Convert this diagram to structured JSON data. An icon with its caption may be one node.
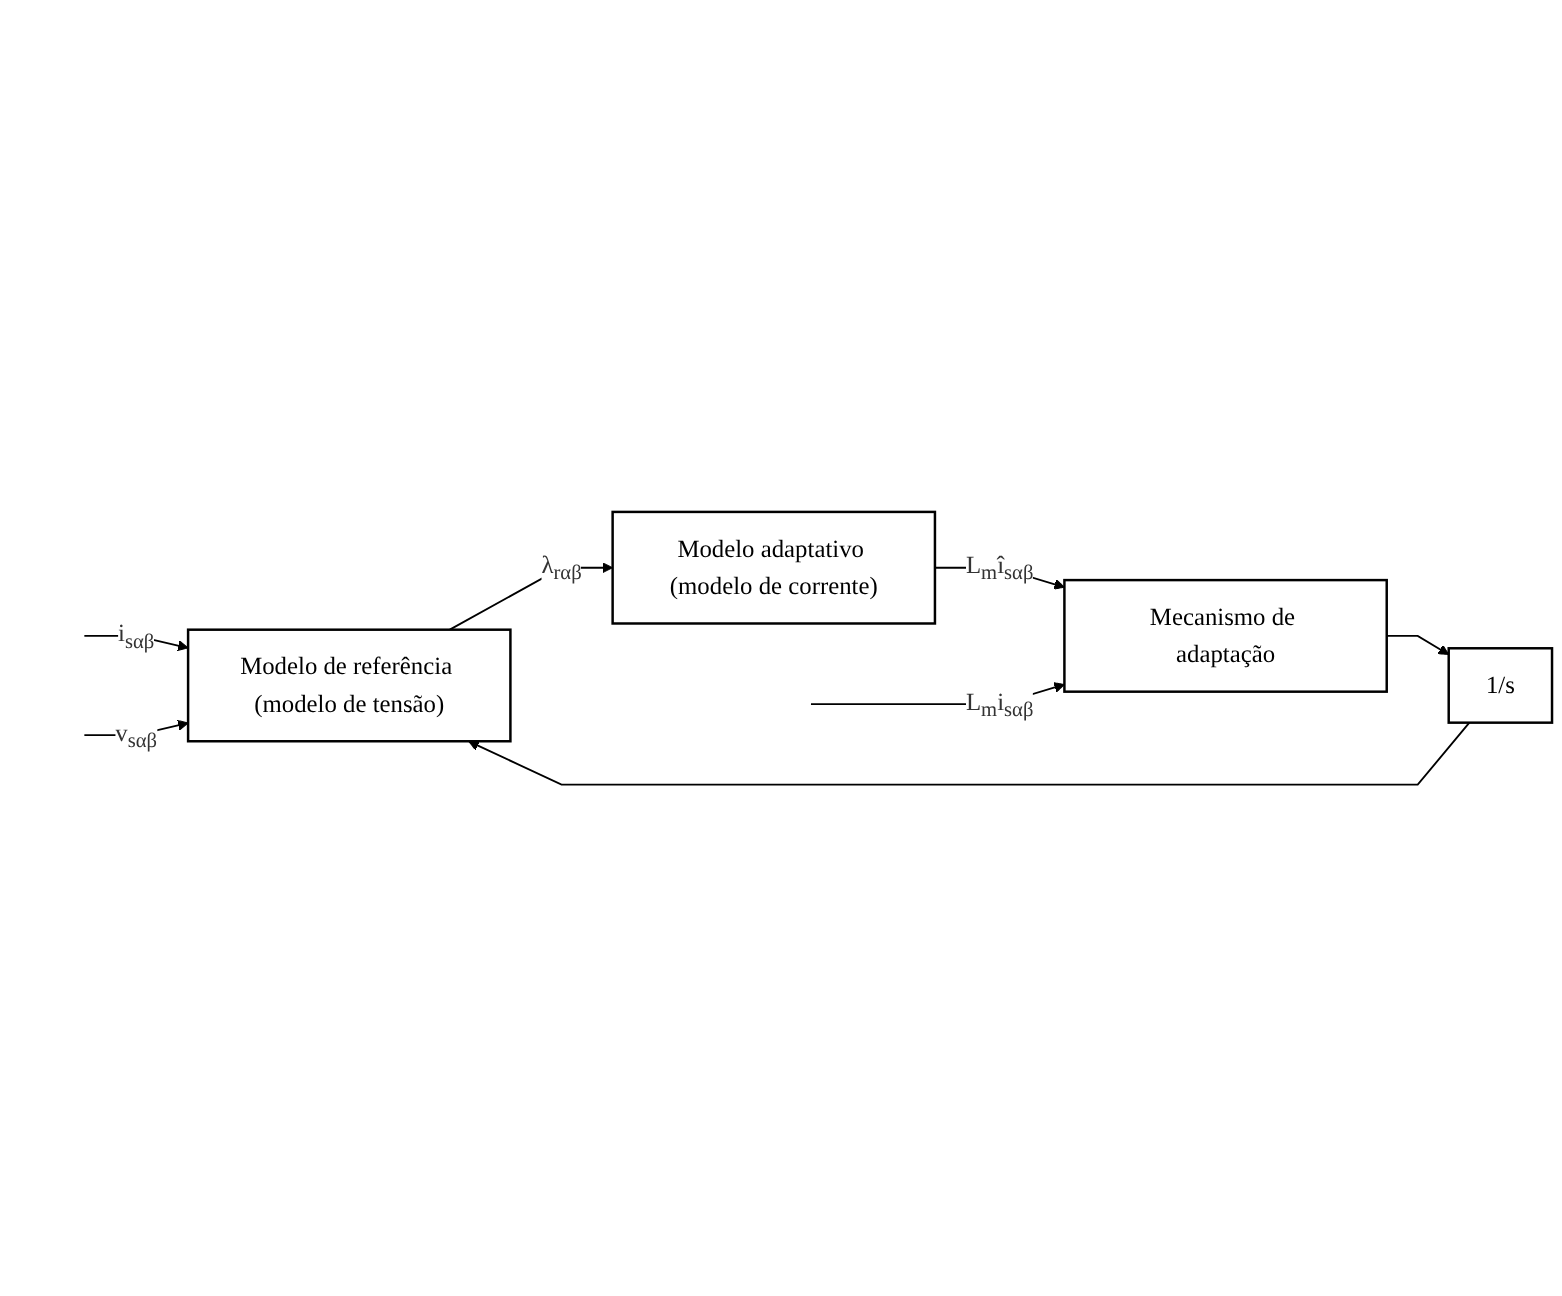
{
  "diagram": {
    "nodes": [
      {
        "text": [
          "Modelo de referência (modelo de tensão)"
        ]
      },
      {
        "text": [
          "1/s"
        ]
      },
      {
        "text": [
          "Mecanismo de adaptação"
        ]
      },
      {
        "text": [
          "Modelo adaptativo (modelo de corrente)"
        ]
      }
    ],
    "edges": [
      {
        "from": null,
        "to": 0,
        "arrow": "to",
        "label": "i$_{sαβ}$"
      },
      {
        "from": null,
        "to": 0,
        "arrow": "to",
        "label": "v$_{sαβ}$"
      },
      {
        "from": 0,
        "to": 3,
        "arrow": "to",
        "label": "λ$_{rαβ}$"
      },
      {
        "from": 1,
        "to": 0,
        "arrow": "to"
      },
      {
        "from": 2,
        "to": 1,
        "arrow": "to"
      },
      {
        "from": 3,
        "to": 2,
        "arrow": "to",
        "label": "L$_{m}$î$_{sαβ}$"
      },
      {
        "from": null,
        "to": 2,
        "arrow": "to",
        "label": "L$_{m}$i$_{sαβ}$"
      }
    ]
  }
}
